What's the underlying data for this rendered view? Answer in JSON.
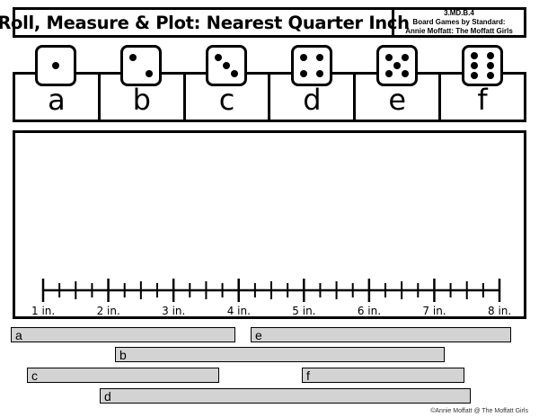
{
  "header": {
    "title": "Roll, Measure & Plot: Nearest Quarter Inch",
    "standard": "3.MD.B.4",
    "series": "Board Games by Standard:",
    "author": "Annie Moffatt: The Moffatt Girls"
  },
  "dice": [
    {
      "letter": "a",
      "die_face": 1
    },
    {
      "letter": "b",
      "die_face": 2
    },
    {
      "letter": "c",
      "die_face": 3
    },
    {
      "letter": "d",
      "die_face": 4
    },
    {
      "letter": "e",
      "die_face": 5
    },
    {
      "letter": "f",
      "die_face": 6
    }
  ],
  "ruler": {
    "labels": [
      "1 in.",
      "2 in.",
      "3 in.",
      "4 in.",
      "5 in.",
      "6 in.",
      "7 in.",
      "8 in."
    ],
    "min_inch": 1,
    "max_inch": 8,
    "tick_step": 0.25
  },
  "bars": [
    {
      "label": "a"
    },
    {
      "label": "b"
    },
    {
      "label": "c"
    },
    {
      "label": "d"
    },
    {
      "label": "e"
    },
    {
      "label": "f"
    }
  ],
  "footer": "©Annie Moffatt @ The Moffatt Girls"
}
